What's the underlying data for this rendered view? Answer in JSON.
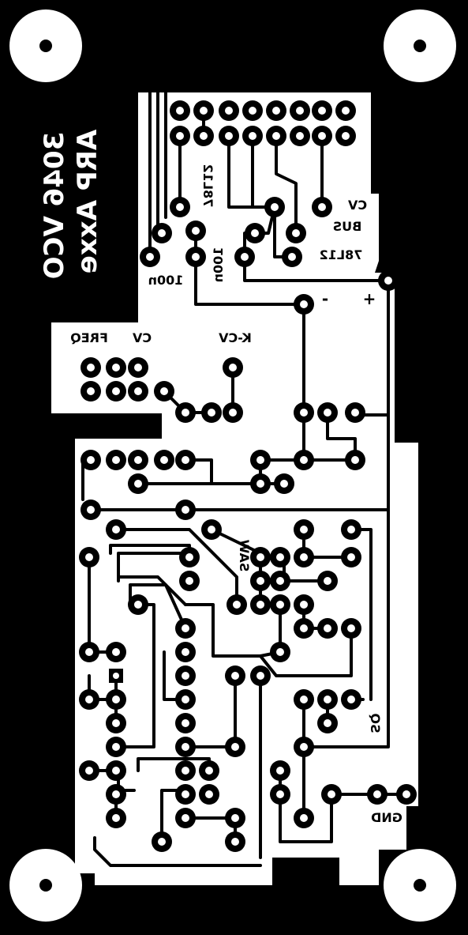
{
  "board": {
    "title": "3046 VCO",
    "subtitle": "ARP Axxe",
    "labels": {
      "cap_100n_a": "100n",
      "cap_100n_b": "100n",
      "reg_78l12_vert": "78L12",
      "reg_78l12": "78L12",
      "cv": "CV",
      "bus": "BUS",
      "minus": "-",
      "plus": "+",
      "freq": "FREQ",
      "cv_in": "CV",
      "kcv": "K-CV",
      "saw": "SAW",
      "sq": "SQ",
      "gnd": "GND"
    }
  },
  "colors": {
    "background": "#000000",
    "copper": "#ffffff",
    "drill": "#000000"
  }
}
